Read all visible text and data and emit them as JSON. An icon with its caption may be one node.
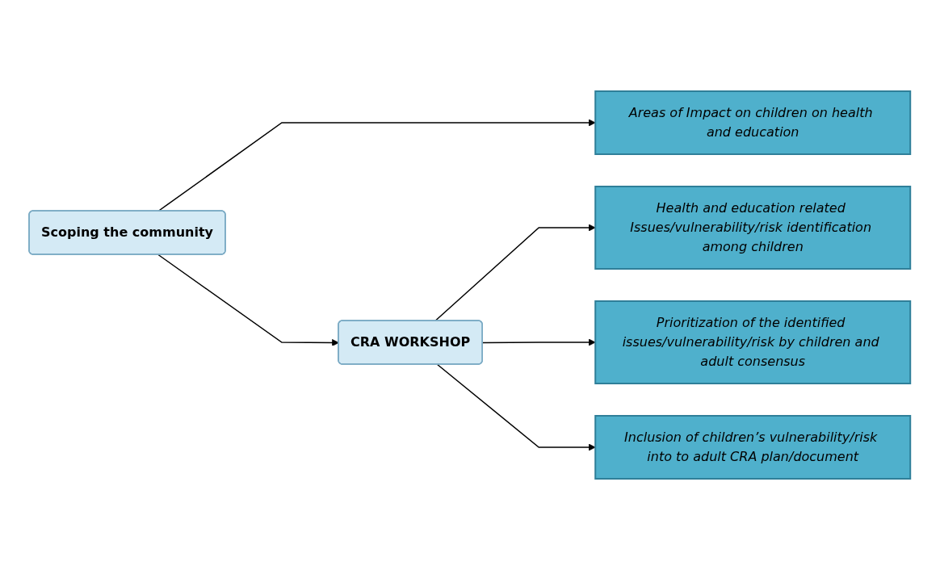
{
  "diagram": {
    "nodes": [
      {
        "text": [
          "Scoping the community"
        ]
      },
      {
        "text": [
          "Areas of Impact on children on health and education"
        ]
      },
      {
        "text": [
          "CRA WORKSHOP"
        ]
      },
      {
        "text": [
          "Health and education related Issues/vulnerability/risk identification among children"
        ]
      },
      {
        "text": [
          "Prioritization of the identified issues/vulnerability/risk by children and adult consensus"
        ]
      },
      {
        "text": [
          "Inclusion of children’s vulnerability/risk into to adult CRA plan/document"
        ]
      }
    ],
    "edges": [
      {
        "from": 0,
        "to": 1,
        "arrow": "to"
      },
      {
        "from": 0,
        "to": 2,
        "arrow": "to"
      },
      {
        "from": 2,
        "to": 3,
        "arrow": "to"
      },
      {
        "from": 2,
        "to": 4,
        "arrow": "to"
      },
      {
        "from": 2,
        "to": 5,
        "arrow": "to"
      }
    ]
  }
}
